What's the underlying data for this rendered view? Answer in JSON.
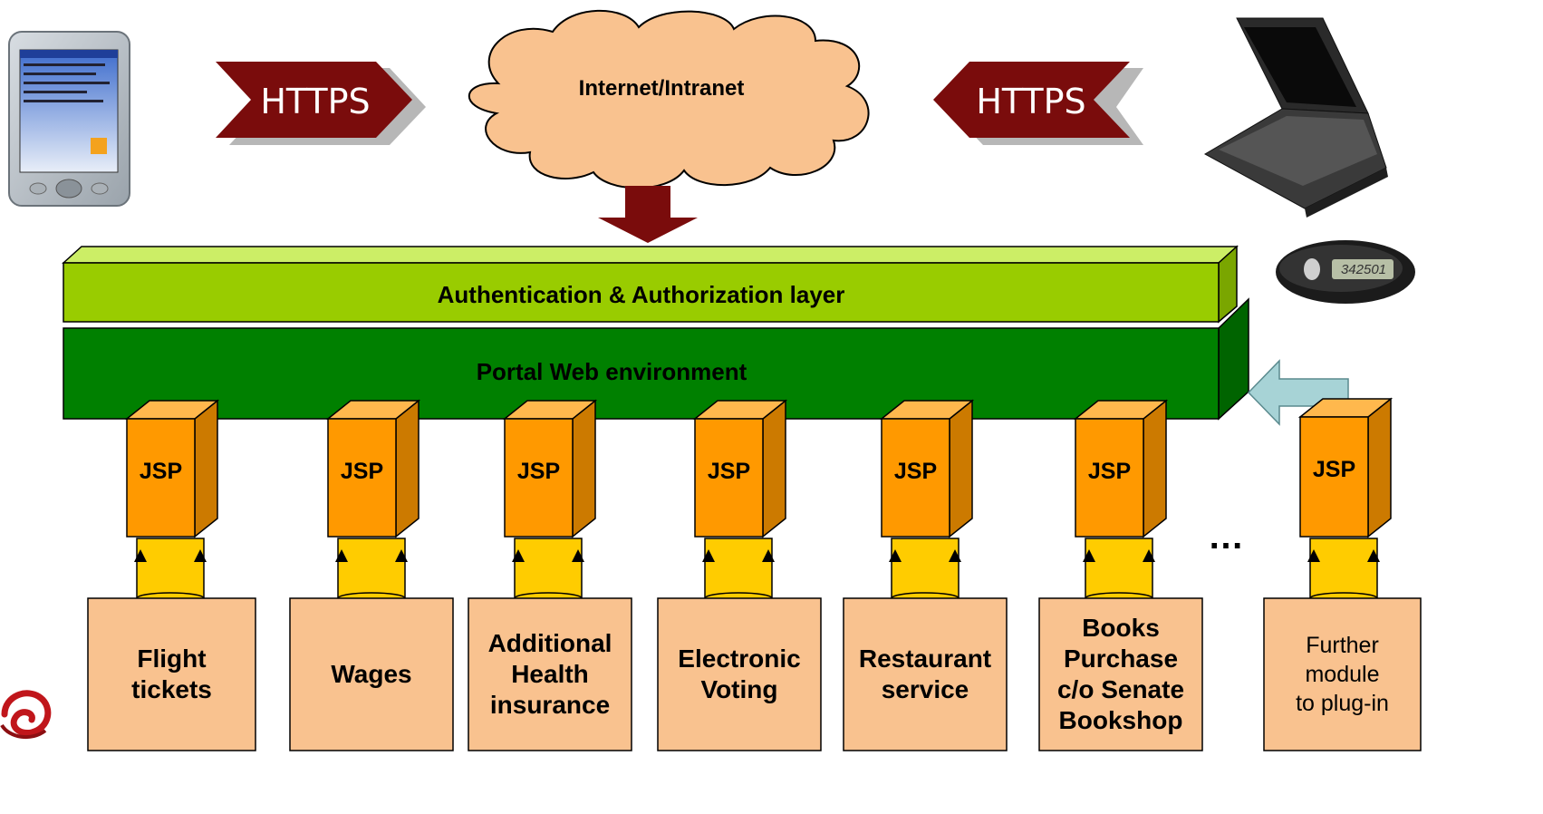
{
  "cloud": {
    "label": "Internet/Intranet"
  },
  "https": {
    "left_label": "HTTPS",
    "right_label": "HTTPS"
  },
  "layers": {
    "auth": "Authentication & Authorization layer",
    "portal": "Portal Web environment"
  },
  "token": {
    "display": "342501"
  },
  "ellipsis": "…",
  "modules": [
    {
      "jsp": "JSP",
      "label": "Flight\ntickets"
    },
    {
      "jsp": "JSP",
      "label": "Wages"
    },
    {
      "jsp": "JSP",
      "label": "Additional\nHealth\ninsurance"
    },
    {
      "jsp": "JSP",
      "label": "Electronic\nVoting"
    },
    {
      "jsp": "JSP",
      "label": "Restaurant\nservice"
    },
    {
      "jsp": "JSP",
      "label": "Books\nPurchase\nc/o Senate\nBookshop"
    },
    {
      "jsp": "JSP",
      "label": "Further\nmodule\nto plug-in"
    }
  ],
  "colors": {
    "https_arrow": "#7a0c0c",
    "cloud": "#f9c28f",
    "auth_layer": "#99cc00",
    "portal_layer": "#008000",
    "jsp_box": "#ff9900",
    "connector": "#ffcc00",
    "module_box": "#f9c28f",
    "plugin_arrow": "#a7d3d6"
  }
}
